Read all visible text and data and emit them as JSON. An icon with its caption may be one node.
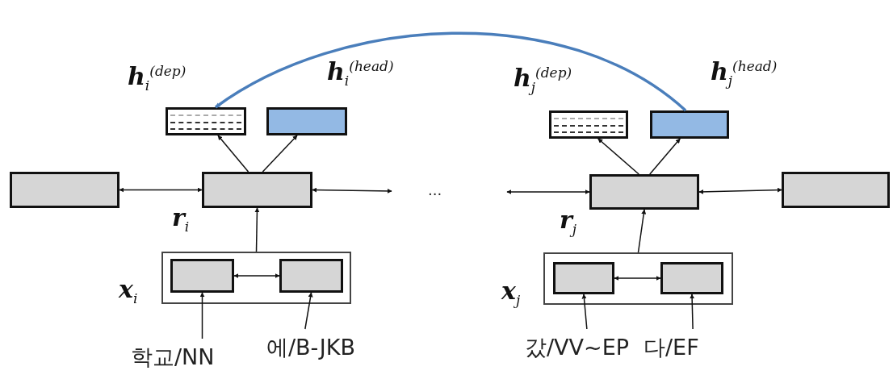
{
  "diagram": {
    "nodes": [
      {
        "text": [
          "**h**$_{i}$$^{(dep)}$"
        ]
      },
      {
        "text": [
          "**h**$_{i}$$^{(head)}$"
        ]
      },
      {
        "text": [
          "**h**$_{j}$$^{(dep)}$"
        ]
      },
      {
        "text": [
          "**h**$_{j}$$^{(head)}$"
        ]
      },
      {
        "text": [],
        "shape": "box"
      },
      {
        "text": [
          "**r**$_{i}$"
        ]
      },
      {
        "text": [
          "**r**$_{j}$"
        ]
      },
      {
        "text": [],
        "shape": "box"
      },
      {
        "text": [
          "**x**$_{i}$"
        ]
      },
      {
        "text": [],
        "shape": "box",
        "in": 8
      },
      {
        "text": [],
        "shape": "box",
        "in": 8
      },
      {
        "text": [
          "**x**$_{j}$"
        ]
      },
      {
        "text": [],
        "shape": "box",
        "in": 11
      },
      {
        "text": [],
        "shape": "box",
        "in": 11
      },
      {
        "text": [
          "학교/NN"
        ]
      },
      {
        "text": [
          "에/B-JKB"
        ]
      },
      {
        "text": [
          "갔/VV~EP"
        ]
      },
      {
        "text": [
          "다/EF"
        ]
      }
    ],
    "edges": [
      {
        "from": 3,
        "to": 0,
        "arrow": "to",
        "style": "thick",
        "color": "#4a7ebb"
      },
      {
        "from": 5,
        "to": 0,
        "arrow": "to"
      },
      {
        "from": 5,
        "to": 1,
        "arrow": "to"
      },
      {
        "from": 6,
        "to": 2,
        "arrow": "to"
      },
      {
        "from": 6,
        "to": 3,
        "arrow": "to"
      },
      {
        "from": 4,
        "to": 5,
        "arrow": "both"
      },
      {
        "from": 5,
        "to": null,
        "arrow": "both"
      },
      {
        "from": null,
        "to": 6,
        "arrow": "both"
      },
      {
        "from": 6,
        "to": 7,
        "arrow": "both"
      },
      {
        "from": 8,
        "to": 5,
        "arrow": "to"
      },
      {
        "from": 11,
        "to": 6,
        "arrow": "to"
      },
      {
        "from": 9,
        "to": 10,
        "arrow": "both"
      },
      {
        "from": 12,
        "to": 13,
        "arrow": "both"
      },
      {
        "from": 14,
        "to": 9,
        "arrow": "to"
      },
      {
        "from": 15,
        "to": 10,
        "arrow": "to"
      },
      {
        "from": 16,
        "to": 12,
        "arrow": "to"
      },
      {
        "from": 17,
        "to": 13,
        "arrow": "to"
      }
    ],
    "labels": [
      "..."
    ]
  }
}
